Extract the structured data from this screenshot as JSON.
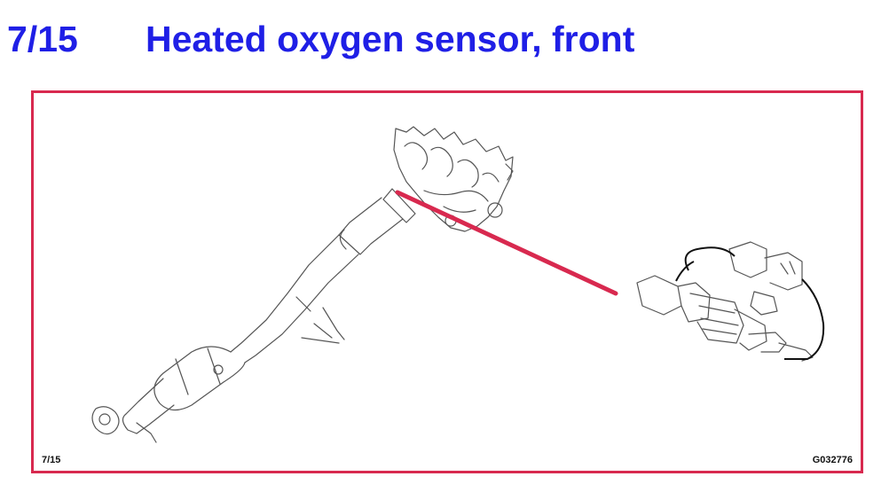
{
  "header": {
    "step": "7/15",
    "title": "Heated oxygen sensor, front"
  },
  "figure": {
    "number_label": "7/15",
    "code": "G032776",
    "leader_color": "#d8294f",
    "title_color": "#1f1fe6",
    "border_color": "#d8294f",
    "parts": [
      "exhaust-manifold",
      "exhaust-pipe",
      "catalytic-converter",
      "oxygen-sensor",
      "sensor-connector"
    ]
  }
}
